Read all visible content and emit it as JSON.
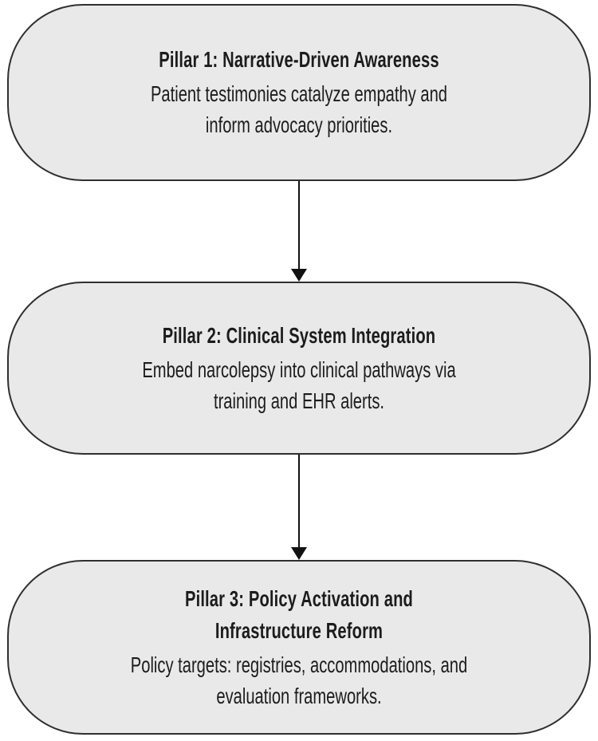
{
  "diagram": {
    "description": "Three-pillar advocacy framework flowchart",
    "pillars": [
      {
        "title": "Pillar 1: Narrative-Driven Awareness",
        "description": "Patient testimonies catalyze empathy and\ninform advocacy priorities."
      },
      {
        "title": "Pillar 2: Clinical System Integration",
        "description": "Embed narcolepsy into clinical pathways via\ntraining and EHR alerts."
      },
      {
        "title": "Pillar 3: Policy Activation and\nInfrastructure Reform",
        "description": "Policy targets: registries, accommodations, and\nevaluation frameworks."
      }
    ],
    "connectors": [
      {
        "from": "pillar-1",
        "to": "pillar-2",
        "type": "arrow-down"
      },
      {
        "from": "pillar-2",
        "to": "pillar-3",
        "type": "arrow-down"
      }
    ],
    "colors": {
      "background": "#ffffff",
      "box_fill": "#e9e9e9",
      "box_border": "#2f2f2f",
      "text": "#1c1c1c",
      "arrow": "#111111"
    }
  }
}
